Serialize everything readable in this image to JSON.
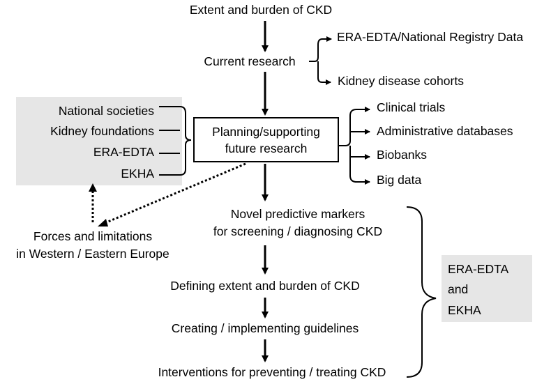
{
  "top": {
    "extent": "Extent and burden of CKD",
    "current_research": "Current research",
    "registry_data": "ERA-EDTA/National  Registry Data",
    "cohorts": "Kidney disease cohorts"
  },
  "left_box": {
    "items": [
      "National societies",
      "Kidney foundations",
      "ERA-EDTA",
      "EKHA"
    ]
  },
  "center_box": {
    "line1": "Planning/supporting",
    "line2": "future research"
  },
  "right_items": [
    "Clinical trials",
    "Administrative databases",
    "Biobanks",
    "Big data"
  ],
  "forces": {
    "line1": "Forces and limitations",
    "line2": "in Western / Eastern Europe"
  },
  "chain": {
    "novel_line1": "Novel predictive markers",
    "novel_line2": "for screening / diagnosing CKD",
    "defining": "Defining extent and burden of CKD",
    "guidelines": "Creating / implementing guidelines",
    "interventions": "Interventions for preventing / treating CKD"
  },
  "bottom_right_box": {
    "line1": "ERA-EDTA",
    "line2": "and",
    "line3": "EKHA"
  }
}
